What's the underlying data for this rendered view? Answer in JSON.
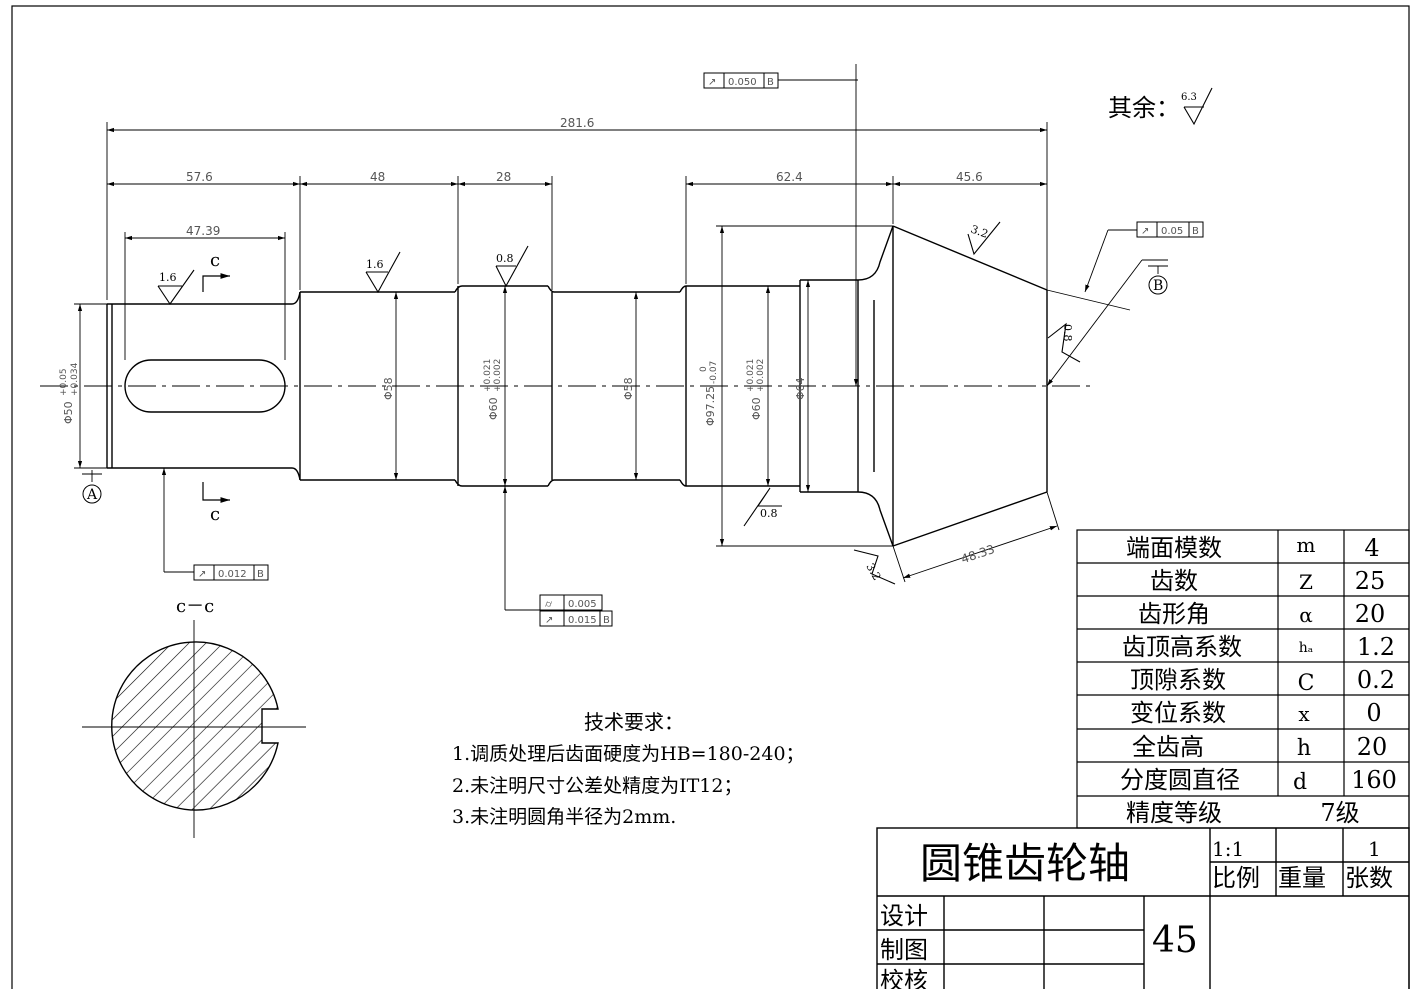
{
  "surface_note": {
    "label": "其余：",
    "roughness": "6.3"
  },
  "dimensions": {
    "overall": "281.6",
    "seg1": "57.6",
    "seg2": "48",
    "seg3": "28",
    "seg4": "62.4",
    "seg5": "45.6",
    "keyway": "47.39",
    "cone_face": "48.33",
    "d_left": "Φ50",
    "d_left_tol_u": "+0.05",
    "d_left_tol_l": "+0.034",
    "d_58a": "Φ58",
    "d_60a": "Φ60",
    "d_60_tol_u": "+0.021",
    "d_60_tol_l": "+0.002",
    "d_58b": "Φ58",
    "d_97": "Φ97.25",
    "d_97_tol_u": "0",
    "d_97_tol_l": "-0.07",
    "d_60b": "Φ60",
    "d_64": "Φ64"
  },
  "roughness_marks": {
    "r1": "1.6",
    "r2": "1.6",
    "r3": "0.8",
    "r4": "0.8",
    "r5": "3.2",
    "r6": "3.2",
    "r7": "0.8"
  },
  "tolerance_frames": {
    "top": {
      "symbol": "↗",
      "value": "0.050",
      "datum": "B"
    },
    "right": {
      "symbol": "↗",
      "value": "0.05",
      "datum": "B"
    },
    "left": {
      "symbol": "↗",
      "value": "0.012",
      "datum": "B"
    },
    "mid1": {
      "symbol": "⌭",
      "value": "0.005",
      "datum": ""
    },
    "mid2": {
      "symbol": "↗",
      "value": "0.015",
      "datum": "B"
    }
  },
  "datums": {
    "a": "A",
    "b": "B"
  },
  "section": {
    "marker_top": "c",
    "marker_bottom": "c",
    "title": "c－c"
  },
  "tech_requirements": {
    "title": "技术要求：",
    "items": [
      "1.调质处理后齿面硬度为HB=180-240；",
      "2.未注明尺寸公差处精度为IT12；",
      "3.未注明圆角半径为2mm."
    ]
  },
  "gear_params": [
    {
      "name": "端面模数",
      "symbol": "m",
      "value": "4"
    },
    {
      "name": "齿数",
      "symbol": "Z",
      "value": "25"
    },
    {
      "name": "齿形角",
      "symbol": "α",
      "value": "20"
    },
    {
      "name": "齿顶高系数",
      "symbol": "hₐ",
      "value": "1.2"
    },
    {
      "name": "顶隙系数",
      "symbol": "C",
      "value": "0.2"
    },
    {
      "name": "变位系数",
      "symbol": "x",
      "value": "0"
    },
    {
      "name": "全齿高",
      "symbol": "h",
      "value": "20"
    },
    {
      "name": "分度圆直径",
      "symbol": "d",
      "value": "160"
    }
  ],
  "accuracy": {
    "name": "精度等级",
    "value": "7级"
  },
  "title_block": {
    "part_name": "圆锥齿轮轴",
    "scale_value": "1:1",
    "sheets_value": "1",
    "scale_label": "比例",
    "weight_label": "重量",
    "sheets_label": "张数",
    "material": "45",
    "rows": [
      "设计",
      "制图",
      "校核"
    ]
  }
}
